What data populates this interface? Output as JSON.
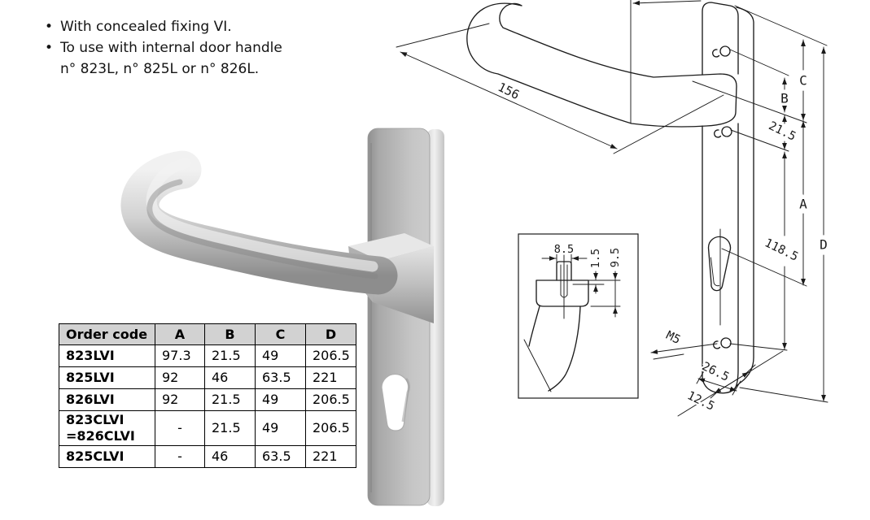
{
  "intro": {
    "bullet1": "With concealed fixing VI.",
    "bullet2_line1": "To use with internal door handle",
    "bullet2_line2": "n° 823L, n° 825L or n° 826L."
  },
  "table": {
    "headers": [
      "Order code",
      "A",
      "B",
      "C",
      "D"
    ],
    "rows": [
      {
        "code_lines": [
          "823LVI"
        ],
        "values": [
          "97.3",
          "21.5",
          "49",
          "206.5"
        ]
      },
      {
        "code_lines": [
          "825LVI"
        ],
        "values": [
          "92",
          "46",
          "63.5",
          "221"
        ]
      },
      {
        "code_lines": [
          "826LVI"
        ],
        "values": [
          "92",
          "21.5",
          "49",
          "206.5"
        ]
      },
      {
        "code_lines": [
          "823CLVI",
          "=826CLVI"
        ],
        "values": [
          "-",
          "21.5",
          "49",
          "206.5"
        ]
      },
      {
        "code_lines": [
          "825CLVI"
        ],
        "values": [
          "-",
          "46",
          "63.5",
          "221"
        ]
      }
    ],
    "header_bg": "#d2d2d2",
    "border_color": "#000000"
  },
  "drawing": {
    "labels": {
      "length": "156",
      "c": "C",
      "b": "B",
      "screw_offset": "21.5",
      "a": "A",
      "d": "D",
      "cylinder_distance": "118.5",
      "screw_thread": "M5",
      "plate_width": "26.5",
      "plate_depth": "12.5"
    },
    "inset_labels": {
      "boss_width": "8.5",
      "shoulder": "1.5",
      "plate_thickness": "9.5"
    },
    "line_color": "#1a1a1a"
  },
  "photo": {
    "finish_colors": {
      "plate": "#b9b9b9",
      "lever_light": "#efefef",
      "lever_dark": "#8d8d8d"
    }
  }
}
